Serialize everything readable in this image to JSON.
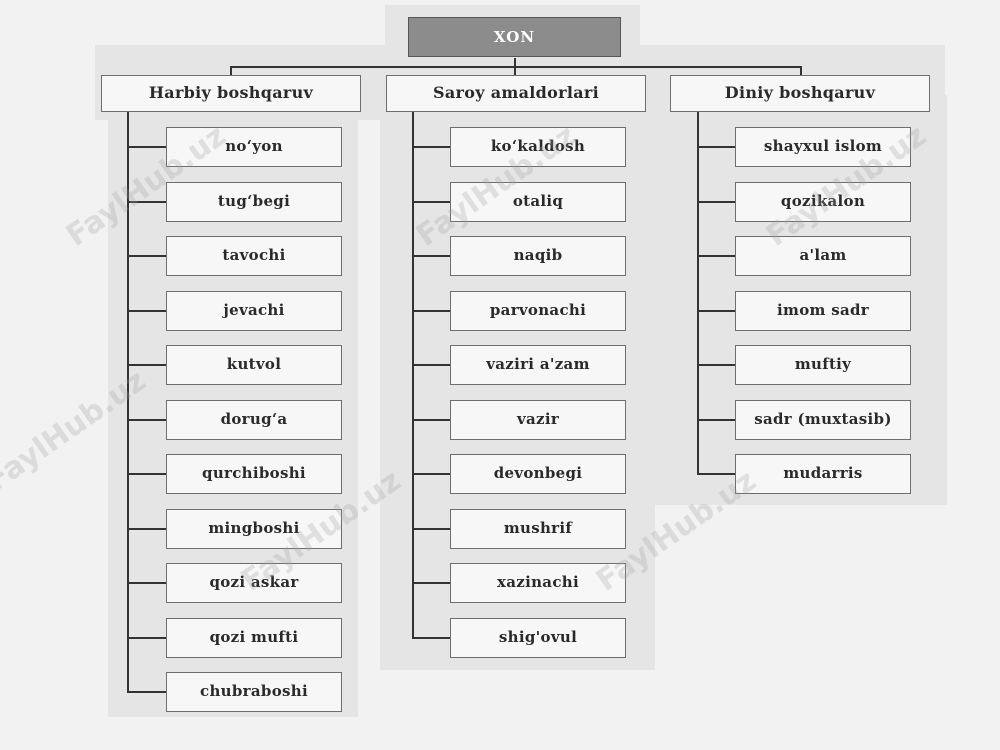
{
  "root": {
    "label": "XON"
  },
  "columns": [
    {
      "header": "Harbiy boshqaruv",
      "items": [
        "no‘yon",
        "tug‘begi",
        "tavochi",
        "jevachi",
        "kutvol",
        "dorug‘a",
        "qurchiboshi",
        "mingboshi",
        "qozi askar",
        "qozi mufti",
        "chubraboshi"
      ]
    },
    {
      "header": "Saroy amaldorlari",
      "items": [
        "ko‘kaldosh",
        "otaliq",
        "naqib",
        "parvonachi",
        "vaziri a'zam",
        "vazir",
        "devonbegi",
        "mushrif",
        "xazinachi",
        "shig'ovul"
      ]
    },
    {
      "header": "Diniy boshqaruv",
      "items": [
        "shayxul islom",
        "qozikalon",
        "a'lam",
        "imom sadr",
        "muftiy",
        "sadr (muxtasib)",
        "mudarris"
      ]
    }
  ],
  "watermark": "FaylHub.uz"
}
